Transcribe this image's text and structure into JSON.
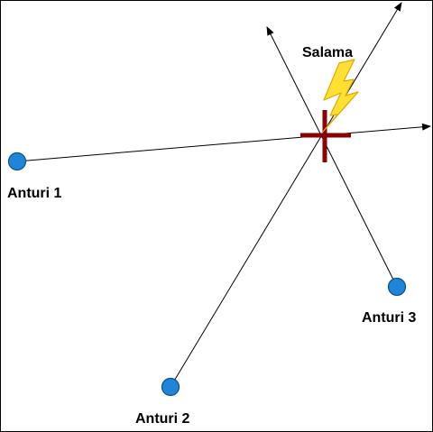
{
  "colors": {
    "background": "#ffffff",
    "frame": "#000000",
    "sensor_fill": "#1f85d8",
    "sensor_stroke": "#0d4f8a",
    "line": "#000000",
    "cross": "#8b0000",
    "lightning_fill": "#ffe033",
    "lightning_stroke": "#e0a800"
  },
  "lightning_label": "Salama",
  "sensors": [
    {
      "id": "sensor-1",
      "label": "Anturi 1",
      "icon": "circle"
    },
    {
      "id": "sensor-2",
      "label": "Anturi 2",
      "icon": "circle"
    },
    {
      "id": "sensor-3",
      "label": "Anturi 3",
      "icon": "circle"
    }
  ],
  "strike_marker": {
    "icon": "cross-icon"
  },
  "lightning_icon": "lightning-bolt-icon"
}
